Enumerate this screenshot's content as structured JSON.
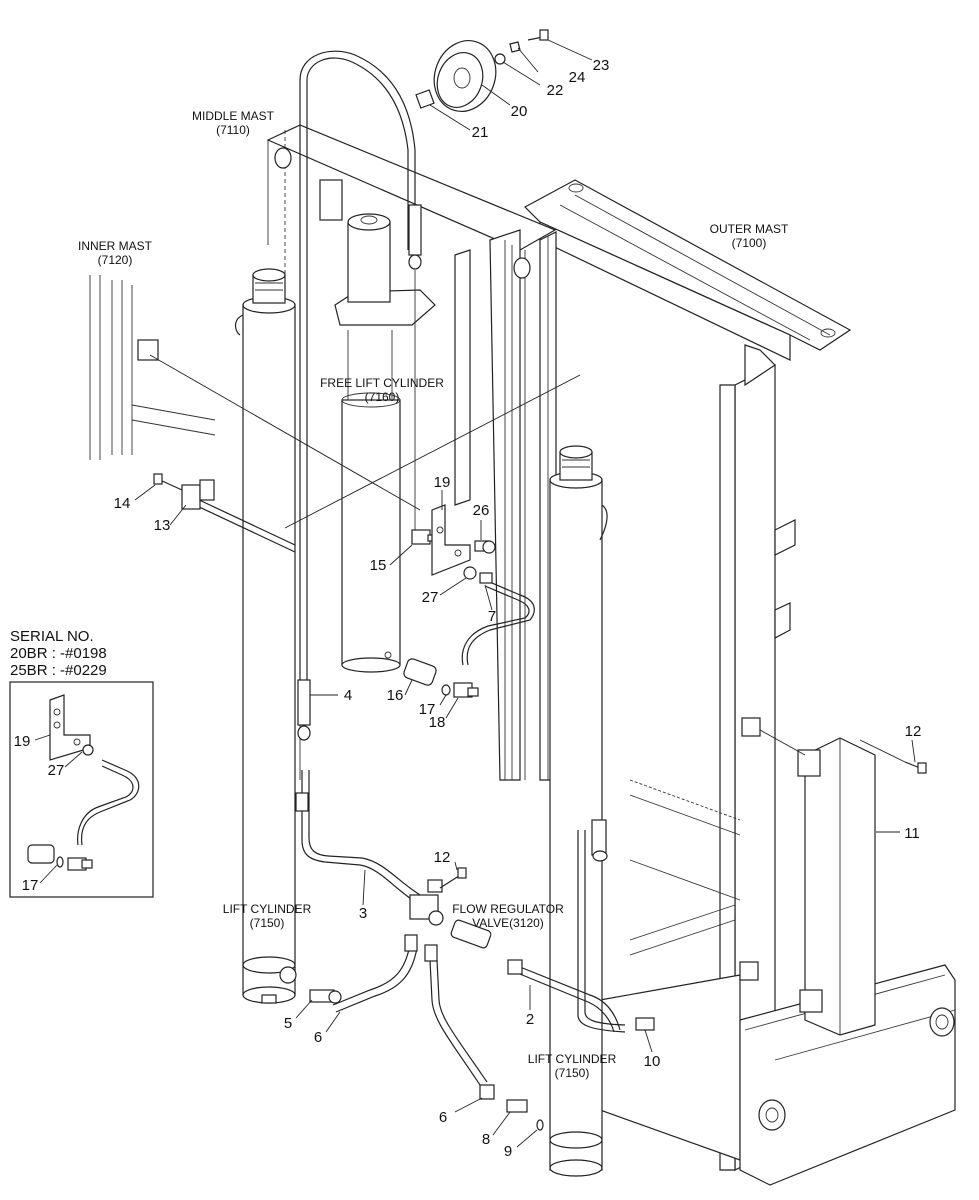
{
  "assemblies": {
    "middle_mast": {
      "name": "MIDDLE MAST",
      "code": "(7110)"
    },
    "inner_mast": {
      "name": "INNER MAST",
      "code": "(7120)"
    },
    "outer_mast": {
      "name": "OUTER MAST",
      "code": "(7100)"
    },
    "free_lift_cylinder": {
      "name": "FREE LIFT CYLINDER",
      "code": "(7160)"
    },
    "lift_cylinder_left": {
      "name": "LIFT CYLINDER",
      "code": "(7150)"
    },
    "lift_cylinder_right": {
      "name": "LIFT CYLINDER",
      "code": "(7150)"
    },
    "flow_regulator": {
      "name": "FLOW REGULATOR",
      "code": "VALVE(3120)"
    }
  },
  "serial_box": {
    "title": "SERIAL NO.",
    "line1": "20BR : -#0198",
    "line2": "25BR : -#0229",
    "callouts": [
      "19",
      "27",
      "17"
    ]
  },
  "callouts": [
    "2",
    "3",
    "4",
    "5",
    "6",
    "6",
    "7",
    "8",
    "9",
    "10",
    "11",
    "12",
    "12",
    "13",
    "14",
    "15",
    "16",
    "17",
    "18",
    "19",
    "20",
    "21",
    "22",
    "23",
    "24",
    "26",
    "27"
  ]
}
